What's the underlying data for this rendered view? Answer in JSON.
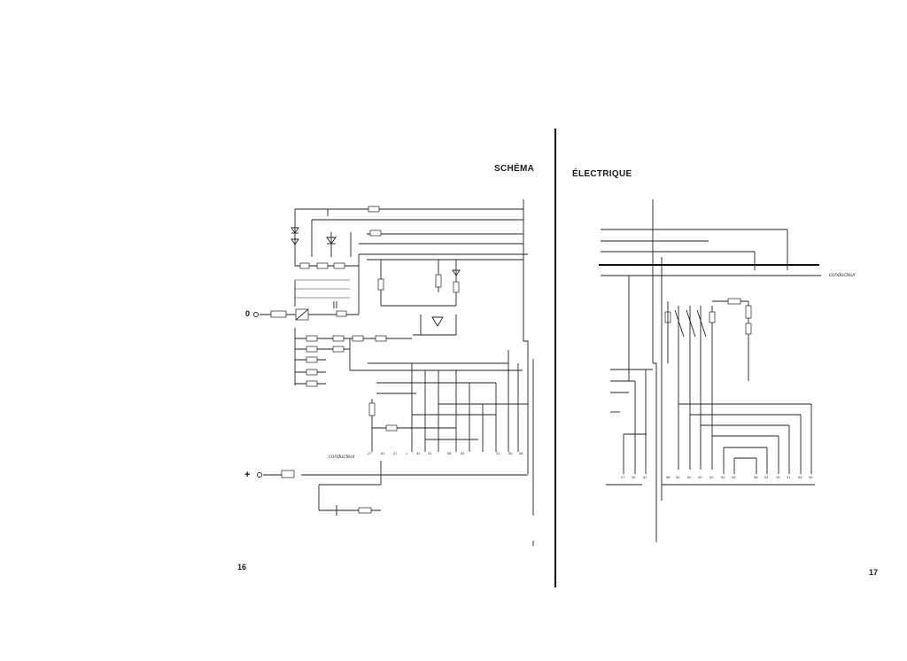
{
  "header": {
    "left_title": "SCHÉMA",
    "right_title": "ÉLECTRIQUE"
  },
  "pages": {
    "left_number": "16",
    "right_number": "17"
  },
  "terminals": {
    "ground_label": "0",
    "positive_label": "+"
  },
  "labels": {
    "conducteur_left": "conducteur",
    "conducteur_right": "conducteur"
  },
  "colors": {
    "ink": "#222222",
    "paper": "#ffffff"
  }
}
